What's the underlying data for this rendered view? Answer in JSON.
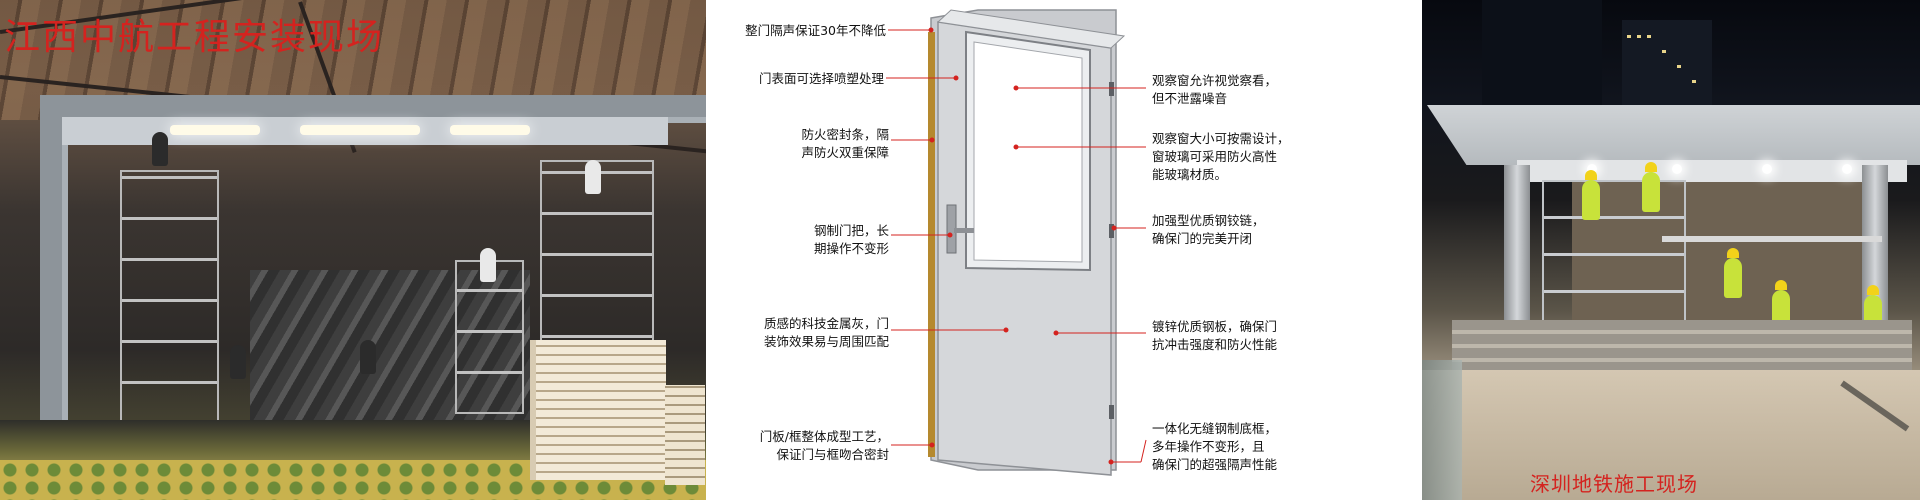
{
  "left_panel": {
    "caption": "江西中航工程安装现场"
  },
  "right_panel": {
    "caption": "深圳地铁施工现场"
  },
  "diagram": {
    "left_callouts": [
      {
        "lines": [
          "整门隔声保证30年不降低"
        ]
      },
      {
        "lines": [
          "门表面可选择喷塑处理"
        ]
      },
      {
        "lines": [
          "防火密封条，隔",
          "声防火双重保障"
        ]
      },
      {
        "lines": [
          "钢制门把，长",
          "期操作不变形"
        ]
      },
      {
        "lines": [
          "质感的科技金属灰，门",
          "装饰效果易与周围匹配"
        ]
      },
      {
        "lines": [
          "门板/框整体成型工艺，",
          "保证门与框吻合密封"
        ]
      }
    ],
    "right_callouts": [
      {
        "lines": [
          "观察窗允许视觉察看，",
          "但不泄露噪音"
        ]
      },
      {
        "lines": [
          "观察窗大小可按需设计，",
          "窗玻璃可采用防火高性",
          "能玻璃材质。"
        ]
      },
      {
        "lines": [
          "加强型优质钢铰链，",
          "确保门的完美开闭"
        ]
      },
      {
        "lines": [
          "镀锌优质钢板，确保门",
          "抗冲击强度和防火性能"
        ]
      },
      {
        "lines": [
          "一体化无缝钢制底框，",
          "多年操作不变形，且",
          "确保门的超强隔声性能"
        ]
      }
    ],
    "colors": {
      "leader": "#d4231f",
      "door": "#d3d5d8",
      "frame": "#c9cbcf",
      "seal": "#b5892e"
    }
  }
}
